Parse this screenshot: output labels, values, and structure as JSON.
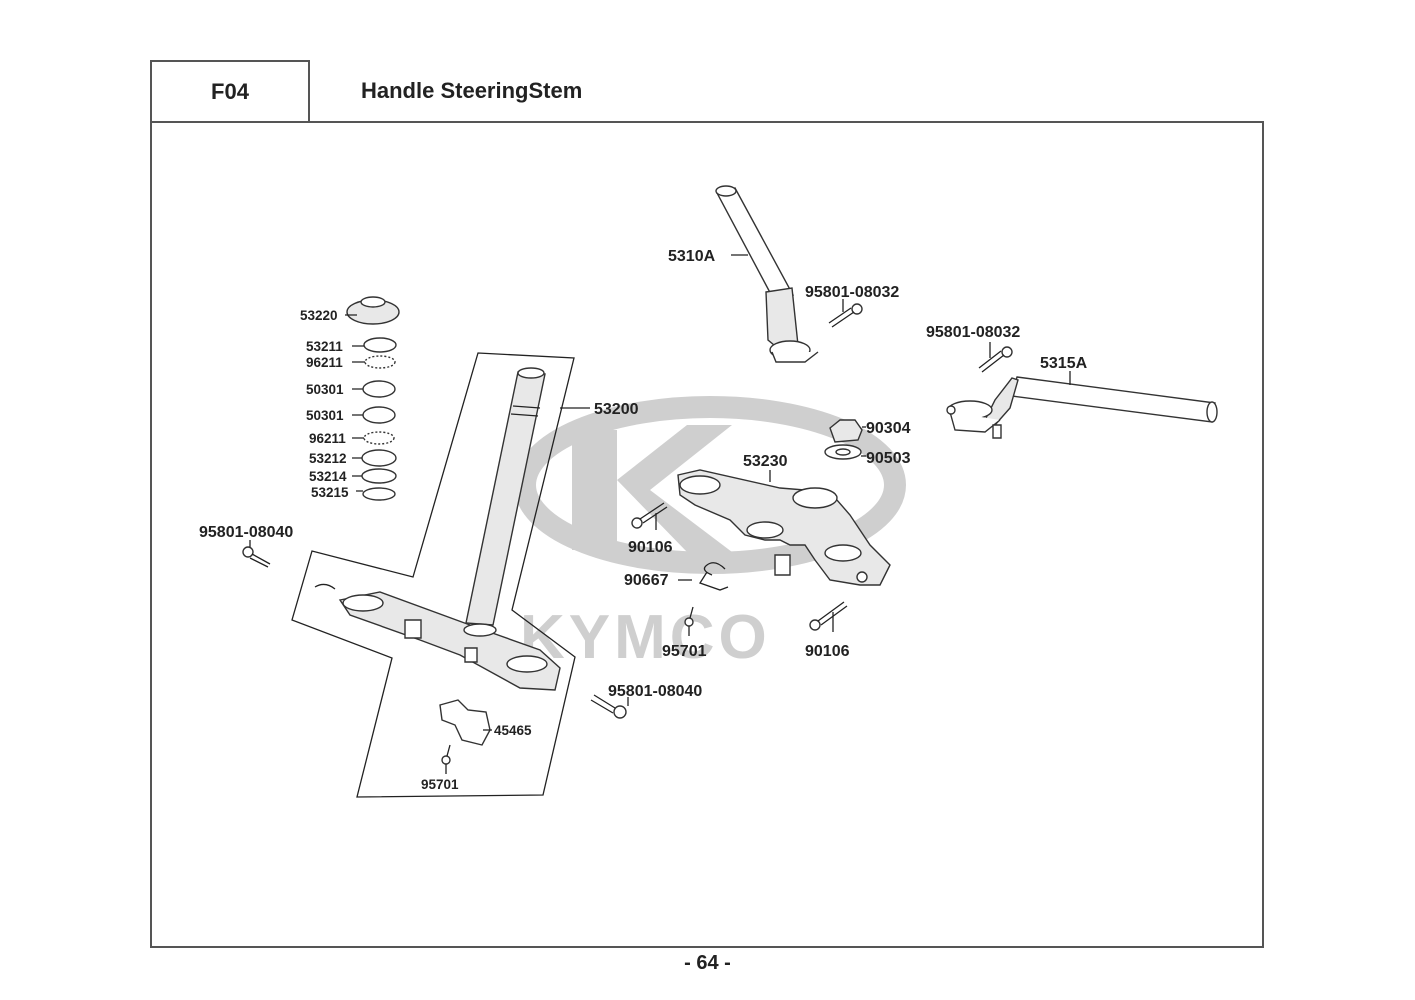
{
  "header": {
    "section_code": "F04",
    "title": "Handle SteeringStem"
  },
  "watermark": {
    "brand": "KYMCO",
    "logo_icon": "kymco-k-logo",
    "color": "#cfcfcf"
  },
  "parts": {
    "bearing_stack": [
      {
        "part_no": "53220"
      },
      {
        "part_no": "53211"
      },
      {
        "part_no": "96211"
      },
      {
        "part_no": "50301"
      },
      {
        "part_no": "50301"
      },
      {
        "part_no": "96211"
      },
      {
        "part_no": "53212"
      },
      {
        "part_no": "53214"
      },
      {
        "part_no": "53215"
      }
    ],
    "steering_stem": "53200",
    "bolt_left": "95801-08040",
    "brake_hose_guide": "45465",
    "screw_guide": "95701",
    "bolt_stem_right": "95801-08040",
    "top_bridge": "53230",
    "bolt_bridge_left": "90106",
    "bolt_bridge_right": "90106",
    "clip": "90667",
    "screw_clip": "95701",
    "nut": "90304",
    "washer": "90503",
    "handle_left": "5310A",
    "bolt_handle_left": "95801-08032",
    "handle_right": "5315A",
    "bolt_handle_right": "95801-08032"
  },
  "footer": {
    "page_number": "- 64 -"
  }
}
